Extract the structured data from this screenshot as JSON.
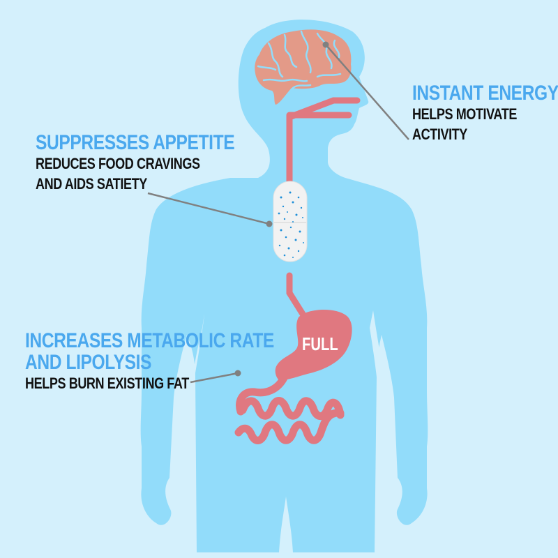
{
  "colors": {
    "background": "#D4F0FC",
    "body_silhouette": "#92DCFA",
    "brain": "#E39A88",
    "digestive_tract": "#E07880",
    "heading_text": "#4AA8EE",
    "body_text": "#111111",
    "leader_line": "#808080",
    "capsule": "#F2F2F2",
    "capsule_dots": "#1E8FD8"
  },
  "callouts": [
    {
      "id": "instant-energy",
      "heading": "INSTANT ENERGY",
      "lines": [
        "HELPS MOTIVATE",
        "ACTIVITY"
      ],
      "points_to": "brain"
    },
    {
      "id": "suppresses-appetite",
      "heading": "SUPPRESSES APPETITE",
      "lines": [
        "REDUCES FOOD CRAVINGS",
        "AND AIDS SATIETY"
      ],
      "points_to": "capsule"
    },
    {
      "id": "metabolic-rate",
      "heading_lines": [
        "INCREASES METABOLIC RATE",
        "AND LIPOLYSIS"
      ],
      "lines": [
        "HELPS BURN EXISTING FAT"
      ],
      "points_to": "torso"
    }
  ],
  "stomach": {
    "label": "FULL"
  },
  "icons": [
    "human-silhouette",
    "brain-icon",
    "esophagus",
    "capsule-pill-icon",
    "stomach-icon",
    "intestines-icon"
  ]
}
